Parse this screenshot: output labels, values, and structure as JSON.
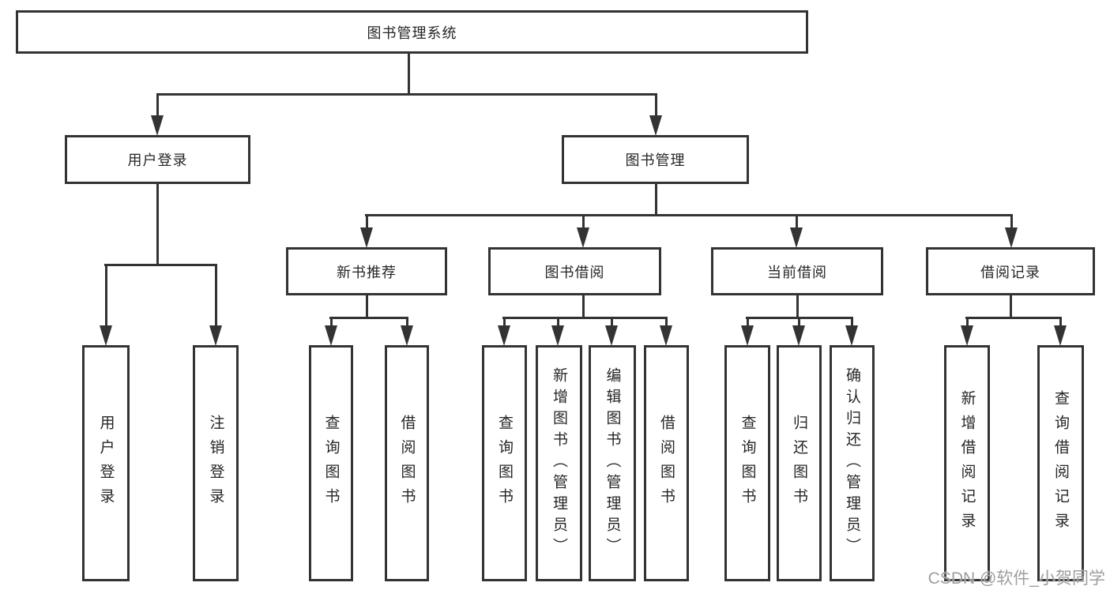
{
  "nodes": {
    "root": {
      "label": "图书管理系统"
    },
    "user_login": {
      "label": "用户登录"
    },
    "book_management": {
      "label": "图书管理"
    },
    "new_book_recommend": {
      "label": "新书推荐"
    },
    "book_borrowing": {
      "label": "图书借阅"
    },
    "current_borrowing": {
      "label": "当前借阅"
    },
    "borrowing_records": {
      "label": "借阅记录"
    },
    "leaf_user_login": {
      "label": "用户登录"
    },
    "leaf_logout": {
      "label": "注销登录"
    },
    "leaf_query_books_recommend": {
      "label": "查询图书"
    },
    "leaf_borrow_books_recommend": {
      "label": "借阅图书"
    },
    "leaf_query_books_borrowing": {
      "label": "查询图书"
    },
    "leaf_add_books_admin": {
      "label": "新增图书（管理员）"
    },
    "leaf_edit_books_admin": {
      "label": "编辑图书（管理员）"
    },
    "leaf_borrow_books_borrowing": {
      "label": "借阅图书"
    },
    "leaf_query_books_current": {
      "label": "查询图书"
    },
    "leaf_return_books": {
      "label": "归还图书"
    },
    "leaf_confirm_return_admin": {
      "label": "确认归还（管理员）"
    },
    "leaf_add_borrow_record": {
      "label": "新增借阅记录"
    },
    "leaf_query_borrow_record": {
      "label": "查询借阅记录"
    }
  },
  "watermark": {
    "text": "CSDN @软件_小贺同学"
  },
  "colors": {
    "line": "#333333",
    "text": "#262626",
    "watermark": "#9e9e9e",
    "background": "#ffffff"
  }
}
